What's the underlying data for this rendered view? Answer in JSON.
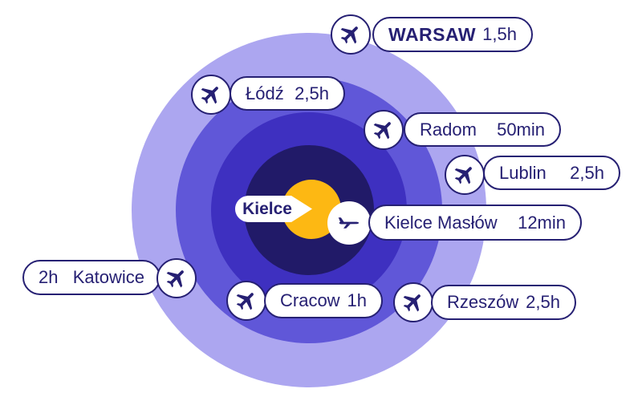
{
  "center_label": "Kielce",
  "destinations": [
    {
      "city": "WARSAW",
      "time": "1,5h"
    },
    {
      "city": "Łódź",
      "time": "2,5h"
    },
    {
      "city": "Radom",
      "time": "50min"
    },
    {
      "city": "Lublin",
      "time": "2,5h"
    },
    {
      "city": "Kielce Masłów",
      "time": "12min"
    },
    {
      "city": "Katowice",
      "time": "2h"
    },
    {
      "city": "Cracow",
      "time": "1h"
    },
    {
      "city": "Rzeszów",
      "time": "2,5h"
    }
  ],
  "colors": {
    "ring_outer": "#aca6f0",
    "ring_second": "#6057d8",
    "ring_third": "#3e30c0",
    "ring_inner": "#211a68",
    "center_dot": "#fdb813",
    "ink": "#262073",
    "background": "#ffffff"
  }
}
